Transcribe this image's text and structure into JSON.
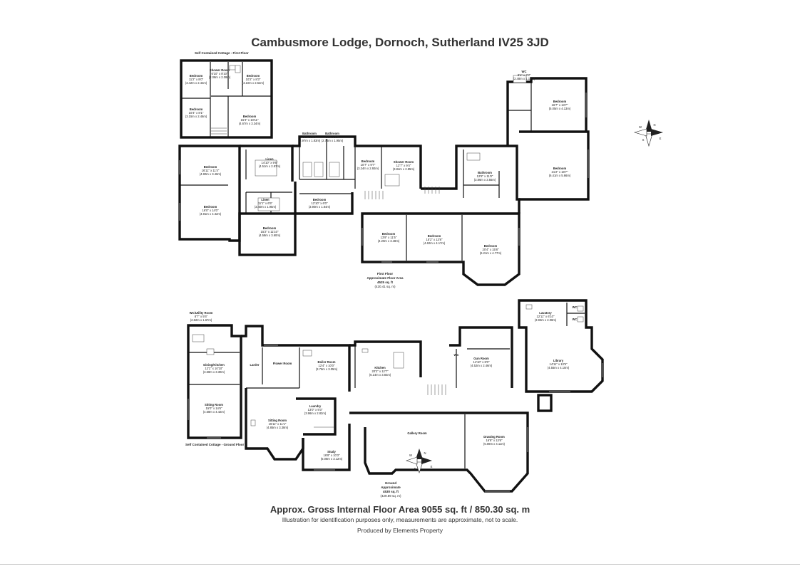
{
  "title": "Cambusmore Lodge, Dornoch, Sutherland  IV25 3JD",
  "footer": {
    "gross_area": "Approx. Gross Internal Floor Area 9055 sq. ft / 850.30 sq. m",
    "note": "Illustration for identification purposes only, measurements are approximate, not to scale.",
    "produced_by": "Produced by Elements Property"
  },
  "labels": {
    "cottage_first": "Self Contained Cottage - First Floor",
    "cottage_ground": "Self Contained Cottage - Ground Floor"
  },
  "first_floor_area": {
    "name": "First Floor",
    "line1": "Approximate Floor Area",
    "line2": "4525 sq. ft",
    "line3": "(420.41 sq. m)"
  },
  "ground_floor_area": {
    "name": "Ground",
    "line1": "Approximate",
    "line2": "4530 sq. ft",
    "line3": "(429.89 sq. m)"
  },
  "rooms": {
    "cf_bed1": {
      "name": "Bedroom",
      "dim1": "11'2\" x 8'0\"",
      "dim2": "(3.42m x 2.44m)"
    },
    "cf_shower": {
      "name": "Shower Room",
      "dim1": "6'10\" x 8'10\"",
      "dim2": "(2.08m x 2.08m)"
    },
    "cf_bed2": {
      "name": "Bedroom",
      "dim1": "10'2\" x 8'3\"",
      "dim2": "(3.10m x 2.52m)"
    },
    "cf_bed3": {
      "name": "Bedroom",
      "dim1": "10'4\" x 8'1\"",
      "dim2": "(3.15m x 2.46m)"
    },
    "cf_bed4": {
      "name": "Bedroom",
      "dim1": "15'4\" x 10'11\"",
      "dim2": "(4.67m x 3.34m)"
    },
    "ff_bed_a": {
      "name": "Bedroom",
      "dim1": "16'11\" x 11'4\"",
      "dim2": "(4.90m x 3.46m)"
    },
    "ff_bed_b": {
      "name": "Bedroom",
      "dim1": "16'0\" x 14'0\"",
      "dim2": "(4.91m x 4.32m)"
    },
    "ff_linen": {
      "name": "Linen",
      "dim1": "14'10\" x 9'6\"",
      "dim2": "(4.51m x 2.87m)"
    },
    "ff_linen2": {
      "name": "Linen",
      "dim1": "11'1\" x 6'5\"",
      "dim2": "(3.40m x 1.95m)"
    },
    "ff_bath1": {
      "name": "Bathroom",
      "dim1": "9'9\" x 6'0\"",
      "dim2": "(2.97m x 1.83m)"
    },
    "ff_bath2": {
      "name": "Bathroom",
      "dim1": "9'0\" x 6'0\"",
      "dim2": "(2.74m x 1.95m)"
    },
    "ff_bed_c": {
      "name": "Bedroom",
      "dim1": "15'2\" x 11'10\"",
      "dim2": "(4.58m x 3.60m)"
    },
    "ff_bed_d": {
      "name": "Bedroom",
      "dim1": "12'10\" x 6'0\"",
      "dim2": "(3.90m x 1.84m)"
    },
    "ff_bed_e": {
      "name": "Bedroom",
      "dim1": "10'7\" x 9'7\"",
      "dim2": "(3.24m x 2.92m)"
    },
    "ff_shower": {
      "name": "Shower Room",
      "dim1": "12'7\" x 9'4\"",
      "dim2": "(3.84m x 2.85m)"
    },
    "ff_bath3": {
      "name": "Bathroom",
      "dim1": "12'8\" x 11'8\"",
      "dim2": "(3.86m x 3.55m)"
    },
    "ff_wc": {
      "name": "WC",
      "dim1": "8'1\" x 3'8\"",
      "dim2": "(2.48m x 1.12m)"
    },
    "ff_bed_f": {
      "name": "Bedroom",
      "dim1": "16'7\" x 13'7\"",
      "dim2": "(5.05m x 4.13m)"
    },
    "ff_bed_g": {
      "name": "Bedroom",
      "dim1": "21'2\" x 18'7\"",
      "dim2": "(6.41m x 5.66m)"
    },
    "ff_bed_h": {
      "name": "Bedroom",
      "dim1": "13'9\" x 11'5\"",
      "dim2": "(4.20m x 3.48m)"
    },
    "ff_bed_i": {
      "name": "Bedroom",
      "dim1": "15'2\" x 13'8\"",
      "dim2": "(4.62m x 4.17m)"
    },
    "ff_bed_j": {
      "name": "Bedroom",
      "dim1": "20'4\" x 15'8\"",
      "dim2": "(6.21m x 4.77m)"
    },
    "gf_utility": {
      "name": "WC/Utility Room",
      "dim1": "8'7\" x 5'6\"",
      "dim2": "(2.62m x 1.67m)"
    },
    "gf_dining": {
      "name": "Dining/Kitchen",
      "dim1": "12'1\" x 10'10\"",
      "dim2": "(3.68m x 3.30m)"
    },
    "gf_sitting1": {
      "name": "Sitting Room",
      "dim1": "15'0\" x 14'6\"",
      "dim2": "(4.58m x 4.42m)"
    },
    "gf_larder": {
      "name": "Larder",
      "dim1": "",
      "dim2": ""
    },
    "gf_flower": {
      "name": "Flower Room",
      "dim1": "",
      "dim2": ""
    },
    "gf_boiler": {
      "name": "Boiler Room",
      "dim1": "12'4\" x 10'0\"",
      "dim2": "(3.76m x 3.05m)"
    },
    "gf_kitchen": {
      "name": "Kitchen",
      "dim1": "20'2\" x 12'7\"",
      "dim2": "(6.14m x 3.84m)"
    },
    "gf_wc": {
      "name": "WC",
      "dim1": "",
      "dim2": ""
    },
    "gf_gun": {
      "name": "Gun Room",
      "dim1": "14'10\" x 8'0\"",
      "dim2": "(4.52m x 2.46m)"
    },
    "gf_lavatory": {
      "name": "Lavatory",
      "dim1": "12'11\" x 6'10\"",
      "dim2": "(3.93m x 2.08m)"
    },
    "gf_wc2": {
      "name": "WC",
      "dim1": "",
      "dim2": ""
    },
    "gf_wc3": {
      "name": "WC",
      "dim1": "",
      "dim2": ""
    },
    "gf_library": {
      "name": "Library",
      "dim1": "14'11\" x 13'5\"",
      "dim2": "(4.55m x 4.10m)"
    },
    "gf_sitting2": {
      "name": "Sitting Room",
      "dim1": "15'11\" x 11'1\"",
      "dim2": "(4.85m x 3.38m)"
    },
    "gf_laundry": {
      "name": "Laundry",
      "dim1": "13'0\" x 9'3\"",
      "dim2": "(3.96m x 2.82m)"
    },
    "gf_study": {
      "name": "Study",
      "dim1": "16'8\" x 10'3\"",
      "dim2": "(5.08m x 3.12m)"
    },
    "gf_gallery": {
      "name": "Gallery Room",
      "dim1": "",
      "dim2": ""
    },
    "gf_drawing": {
      "name": "Drawing Room",
      "dim1": "16'8\" x 13'6\"",
      "dim2": "(5.08m x 4.11m)"
    }
  },
  "compass_points": {
    "n": "N",
    "s": "S",
    "e": "E",
    "w": "W"
  }
}
